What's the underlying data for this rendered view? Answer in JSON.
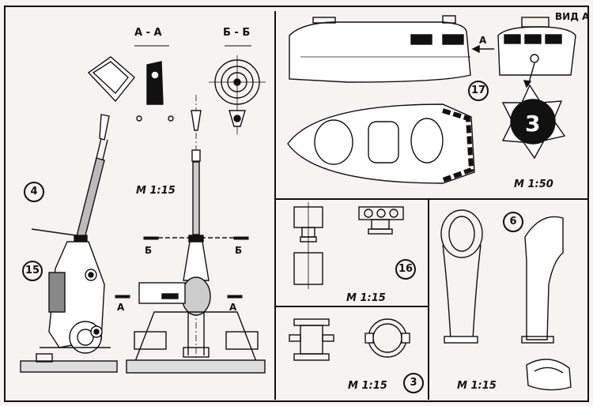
{
  "labels": {
    "section_aa": "А - А",
    "section_bb": "Б - Б",
    "view_a": "ВИД А",
    "arrow_a": "А",
    "cut_b_left": "Б",
    "cut_b_right": "Б",
    "cut_a_left": "А",
    "cut_a_right": "А",
    "star_number": "3"
  },
  "scales": {
    "periscope": "М 1:15",
    "boat": "М 1:50",
    "part16": "М 1:15",
    "part3": "М 1:15",
    "part6": "М 1:15"
  },
  "callouts": {
    "n4": "4",
    "n15": "15",
    "n17": "17",
    "n16": "16",
    "n6": "6",
    "n3": "3"
  }
}
